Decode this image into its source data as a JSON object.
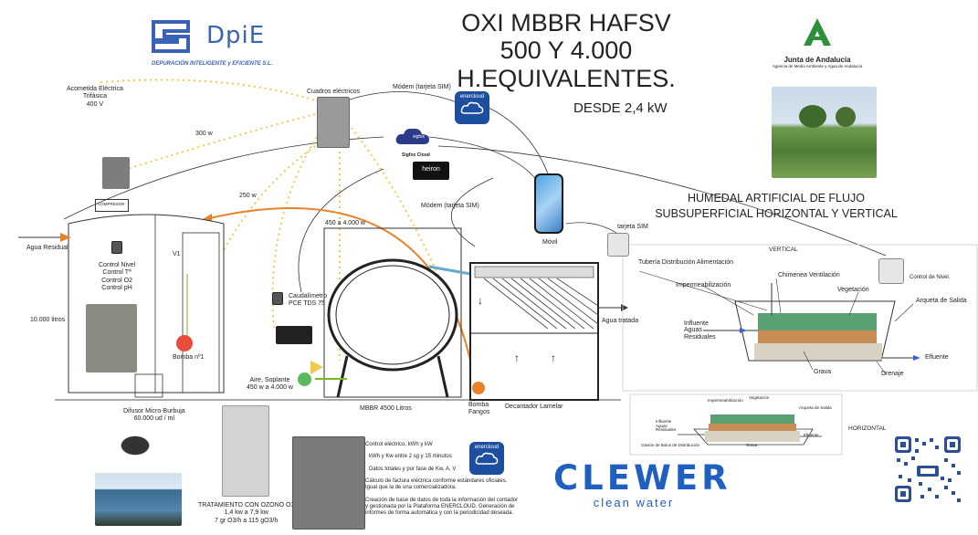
{
  "title": {
    "line1": "OXI MBBR HAFSV",
    "line2": "500 Y 4.000 H.EQUIVALENTES."
  },
  "subtitle_power": "DESDE 2,4 kW",
  "logos": {
    "dpie_name": "DpiE",
    "dpie_tagline": "DEPURACIÓN INTELIGENTE y EFICIENTE S.L.",
    "junta_name": "Junta de Andalucía",
    "junta_agency": "Agencia de Medio Ambiente y Agua de Andalucía",
    "clewer_name": "CLEWER",
    "clewer_tagline": "clean water",
    "enercloud_label": "enercloud",
    "sigfox_label": "Sigfox Cloud",
    "sigfox_badge": "sigfox",
    "heiron_label": "heiron"
  },
  "humedal": {
    "title_line1": "HUMEDAL ARTIFICIAL DE FLUJO",
    "title_line2": "SUBSUPERFICIAL HORIZONTAL Y VERTICAL"
  },
  "labels": {
    "acometida": "Acometida Eléctrica\nTrifásica\n400 V",
    "cuadros": "Cuadros eléctricos",
    "modem_top": "Módem (tarjeta SIM)",
    "modem_mid": "Módem (tarjeta SIM)",
    "tarjeta_sim": "tarjeta SIM",
    "w300": "300 w",
    "w250": "250 w",
    "compresor": "COMPRESOR",
    "agua_residual": "Agua Residual",
    "control_nivel": "Control Nivel\nControl Tª\nControl O2\nControl pH",
    "v1": "V1",
    "litros_10000": "10.000 litros",
    "bomba1": "Bomba nº1",
    "caudalimetro": "Caudalímetro\nPCE TDS 75",
    "w450_4000": "450 a 4.000 w",
    "aire_soplante": "Aire, Soplante\n450 w a 4.000 w",
    "mbbr": "MBBR 4500 Litros",
    "bomba_fangos": "Bomba\nFangos",
    "decantador": "Decantador Lamelar",
    "agua_tratada": "Agua tratada",
    "movil": "Móvil",
    "difusor": "Difusor Micro-Burbuja\n60.000 ud / ml",
    "ozono": "TRATAMIENTO CON OZONO O3\n1,4 kw a 7,9 kw\n7 gr O3/h a 115 gO3/h",
    "vertical": "VERTICAL",
    "horizontal": "HORIZONTAL",
    "tuberia": "Tubería Distribución Alimentación",
    "chimenea": "Chimenea Ventilación",
    "impermeabilizacion": "Impermeabilización",
    "vegetacion": "Vegetación",
    "arqueta_salida": "Arqueta de Salida",
    "influente": "Influente\nAguas\nResiduales",
    "efluente": "Efluente",
    "grava": "Grava",
    "drenaje": "Drenaje",
    "control_nivel_wet": "Control de Nivel.",
    "h_impermeabilizacion": "Impermeabilización",
    "h_vegetacion": "Vegetación",
    "h_arqueta": "Arqueta de Salida",
    "h_influente": "Influente\nAguas\nResiduales",
    "h_efluente": "Efluente",
    "h_gavion": "Gavión de Bolos de Distribución",
    "h_grava": "Grava",
    "arrow_up1": "↑",
    "arrow_up2": "↑",
    "arrow_down": "↓"
  },
  "info_list": [
    "Control eléctrico, kWh y kW",
    "kWh y Kw  entre 2 sg y 15 minutos",
    "Datos totales y por fase de Kw, A, V",
    "Cálculo de factura eléctrica conforme estándares oficiales. Igual que la de una comercializadora.",
    "Creación de base de datos de toda la información del contador y gestionada por la Plataforma ENERCLOUD. Generación de informes de forma automática y con la periodicidad deseada."
  ],
  "colors": {
    "dpie_blue": "#3a63b8",
    "clewer_blue": "#1f5fbf",
    "orange": "#e8822a",
    "yellow_dots": "#f3c84b",
    "junta_green": "#2f8f3a"
  }
}
